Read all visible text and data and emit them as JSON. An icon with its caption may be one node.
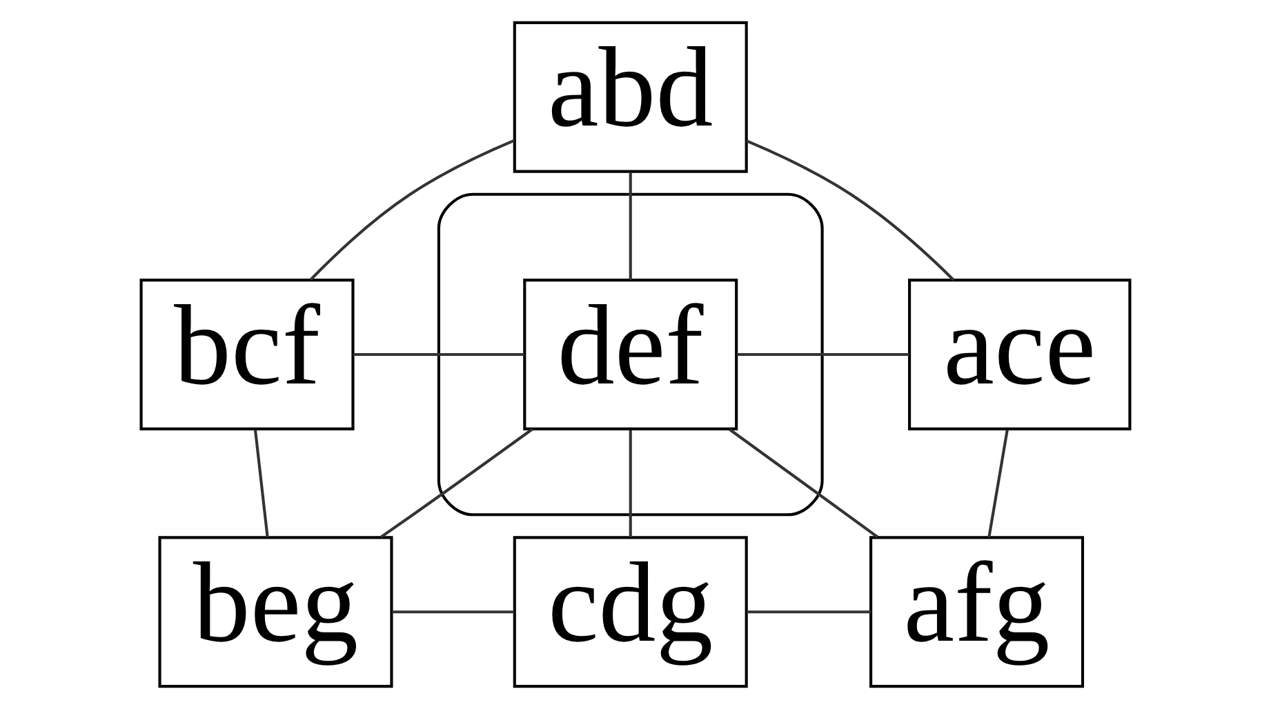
{
  "diagram": {
    "nodes": [
      {
        "text": [
          "abd"
        ]
      },
      {
        "text": [
          "bcf"
        ]
      },
      {
        "text": [],
        "shape": "ellipse"
      },
      {
        "text": [
          "def"
        ],
        "in": 2
      },
      {
        "text": [
          "ace"
        ]
      },
      {
        "text": [
          "beg"
        ]
      },
      {
        "text": [
          "cdg"
        ]
      },
      {
        "text": [
          "afg"
        ]
      }
    ],
    "edges": [
      {
        "from": 0,
        "to": 1,
        "arrow": "none"
      },
      {
        "from": 0,
        "to": 3,
        "arrow": "none"
      },
      {
        "from": 0,
        "to": 4,
        "arrow": "none"
      },
      {
        "from": 1,
        "to": 3,
        "arrow": "none"
      },
      {
        "from": 4,
        "to": 3,
        "arrow": "none"
      },
      {
        "from": 1,
        "to": 5,
        "arrow": "none"
      },
      {
        "from": 4,
        "to": 7,
        "arrow": "none"
      },
      {
        "from": 5,
        "to": 3,
        "arrow": "none"
      },
      {
        "from": 6,
        "to": 3,
        "arrow": "none"
      },
      {
        "from": 7,
        "to": 3,
        "arrow": "none"
      },
      {
        "from": 5,
        "to": 6,
        "arrow": "none"
      },
      {
        "from": 6,
        "to": 7,
        "arrow": "none"
      }
    ]
  }
}
